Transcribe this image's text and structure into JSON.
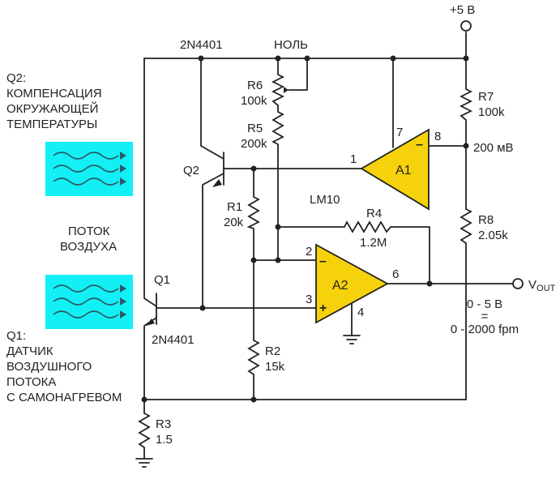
{
  "colors": {
    "opamp_fill": "#f5d20b",
    "airflow_fill": "#12f0f5",
    "airflow_stroke": "#2b5a6a",
    "wire": "#222222"
  },
  "supply": {
    "label": "+5 В"
  },
  "transistors": {
    "q2_part": "2N4401",
    "q2_name": "Q2",
    "q1_name": "Q1",
    "q1_part": "2N4401"
  },
  "null_label": "НОЛЬ",
  "descriptions": {
    "q2_lines": [
      "Q2:",
      "КОМПЕНСАЦИЯ",
      "ОКРУЖАЮЩЕЙ",
      "ТЕМПЕРАТУРЫ"
    ],
    "flow_lines": [
      "ПОТОК",
      "ВОЗДУХА"
    ],
    "q1_lines": [
      "Q1:",
      "ДАТЧИК",
      "ВОЗДУШНОГО",
      "ПОТОКА",
      "С САМОНАГРЕВОМ"
    ]
  },
  "resistors": {
    "r6": {
      "name": "R6",
      "value": "100k"
    },
    "r5": {
      "name": "R5",
      "value": "200k"
    },
    "r1": {
      "name": "R1",
      "value": "20k"
    },
    "r2": {
      "name": "R2",
      "value": "15k"
    },
    "r3": {
      "name": "R3",
      "value": "1.5"
    },
    "r4": {
      "name": "R4",
      "value": "1.2M"
    },
    "r7": {
      "name": "R7",
      "value": "100k"
    },
    "r8": {
      "name": "R8",
      "value": "2.05k"
    }
  },
  "opamps": {
    "a1": {
      "name": "A1",
      "pin_in_plus": "1",
      "pin_out": "8",
      "pin_supply": "7",
      "minus_sign": "–"
    },
    "a2": {
      "name": "A2",
      "pin_minus": "2",
      "pin_plus": "3",
      "pin_out": "6",
      "pin_gnd": "4",
      "minus_sign": "–",
      "plus_sign": "+"
    }
  },
  "ic_label": "LM10",
  "ref_voltage": "200 мВ",
  "output": {
    "label_main": "V",
    "label_sub": "OUT",
    "range_line1": "0 - 5 В",
    "range_line2": "=",
    "range_line3": "0 - 2000 fpm"
  }
}
